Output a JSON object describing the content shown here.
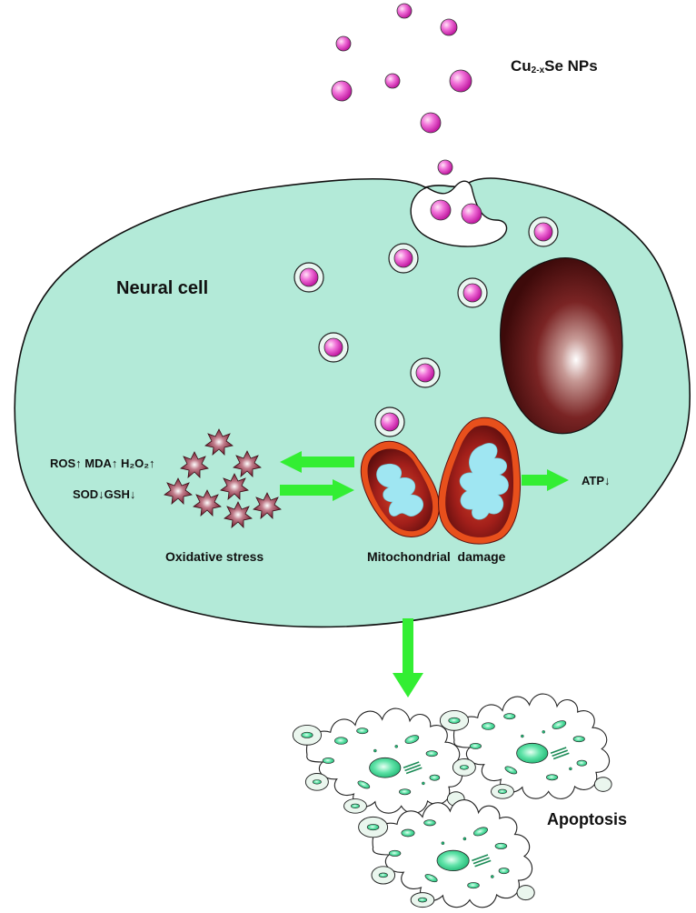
{
  "labels": {
    "nps_main": "Cu",
    "nps_sub": "2-x",
    "nps_tail": "Se NPs",
    "neural_cell": "Neural cell",
    "markers_up": "ROS↑ MDA↑ H₂O₂↑",
    "markers_down": "SOD↓GSH↓",
    "atp": "ATP↓",
    "oxidative_stress": "Oxidative stress",
    "mitochondrial_damage": "Mitochondrial  damage",
    "apoptosis": "Apoptosis"
  },
  "colors": {
    "cytoplasm": "#b3ead8",
    "arrow": "#33ee33",
    "nanoparticle": "#e040c0",
    "nucleus": "#5a1212",
    "mitochondrion_outer": "#e8501c",
    "mitochondrion_cristae": "#9fe6f2",
    "ros": "#7a1f2e",
    "apoptotic_organelle": "#3ad490"
  }
}
